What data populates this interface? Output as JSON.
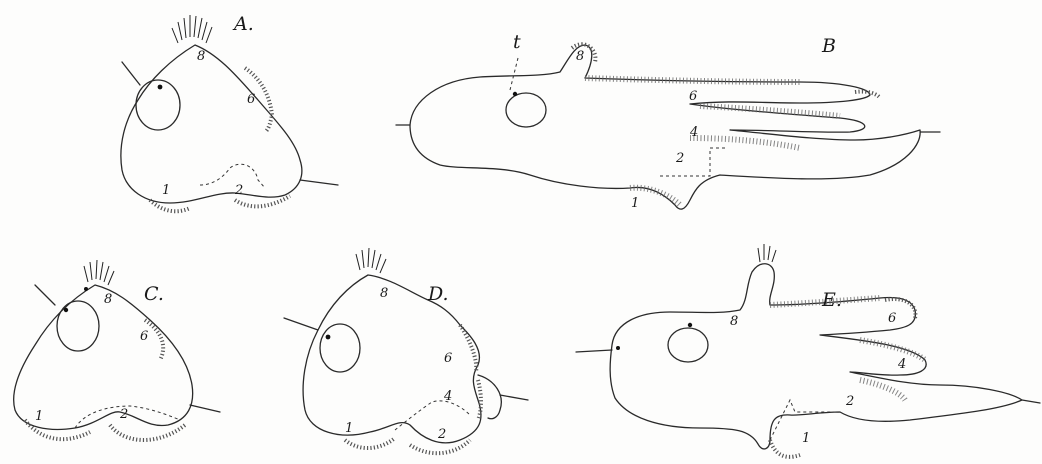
{
  "figures": [
    {
      "id": "A",
      "label": "A.",
      "arms": [
        "8",
        "6",
        "1",
        "2"
      ]
    },
    {
      "id": "B",
      "label": "B",
      "marker": "t",
      "arms": [
        "8",
        "6",
        "4",
        "2",
        "1"
      ]
    },
    {
      "id": "C",
      "label": "C.",
      "arms": [
        "8",
        "6",
        "1",
        "2"
      ]
    },
    {
      "id": "D",
      "label": "D.",
      "arms": [
        "8",
        "6",
        "4",
        "1",
        "2"
      ]
    },
    {
      "id": "E",
      "label": "E.",
      "arms": [
        "8",
        "6",
        "4",
        "2",
        "1"
      ]
    }
  ]
}
